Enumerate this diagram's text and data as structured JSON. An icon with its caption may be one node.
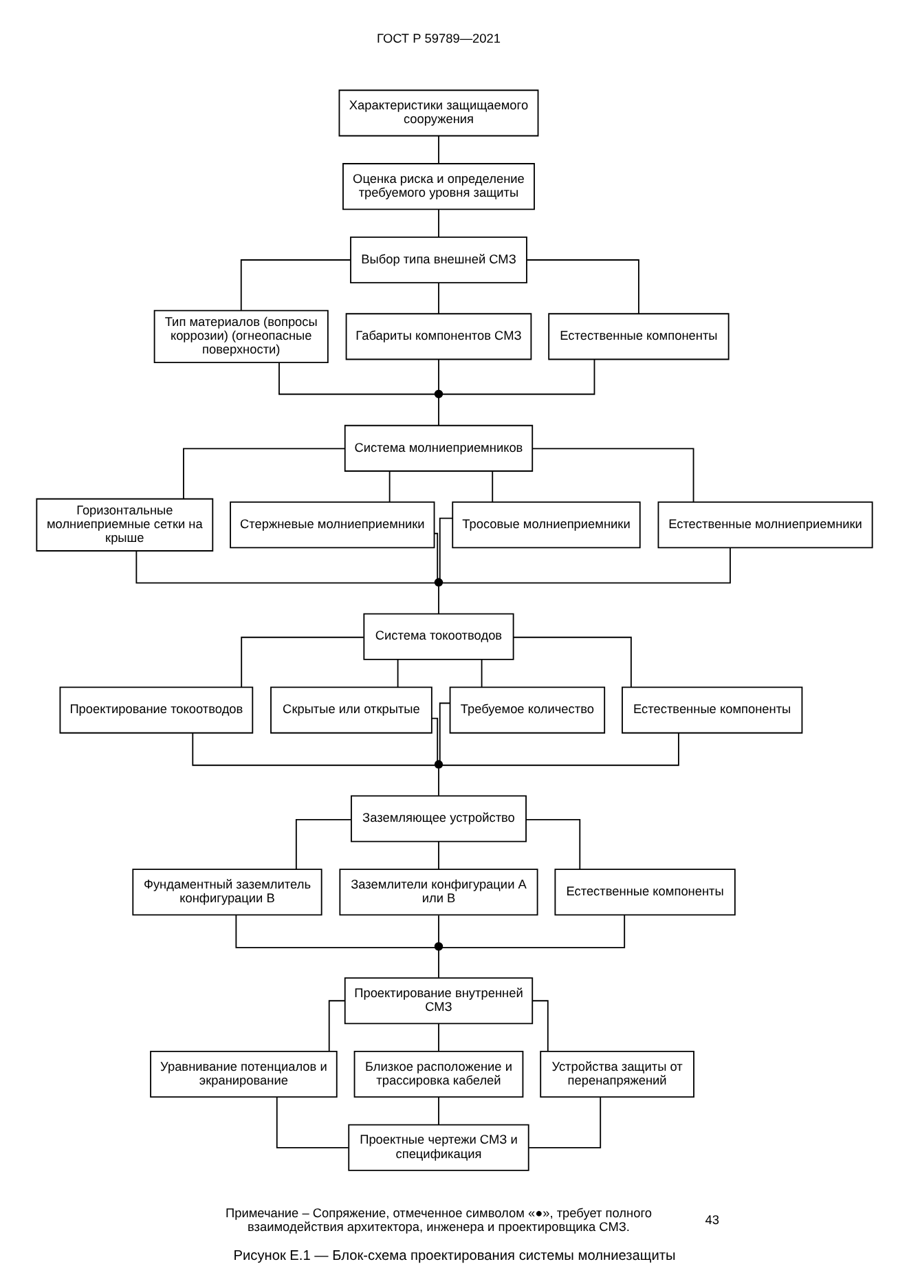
{
  "diagram": {
    "caption": "Рисунок Е.1 — Блок-схема проектирования системы молниезащиты",
    "nodes": [
      {
        "text": [
          "Характеристики защищаемого сооружения"
        ]
      },
      {
        "text": [
          "Оценка риска и определение требуемого уровня защиты"
        ]
      },
      {
        "text": [
          "Выбор типа внешней СМЗ"
        ]
      },
      {
        "text": [
          "Тип материалов (вопросы коррозии) (огнеопасные поверхности)"
        ]
      },
      {
        "text": [
          "Габариты компонентов СМЗ"
        ]
      },
      {
        "text": [
          "Естественные компоненты"
        ]
      },
      {
        "text": [],
        "shape": "dot"
      },
      {
        "text": [
          "Система молниеприемников"
        ]
      },
      {
        "text": [
          "Горизонтальные молниеприемные сетки на крыше"
        ]
      },
      {
        "text": [
          "Стержневые молниеприемники"
        ]
      },
      {
        "text": [
          "Тросовые молниеприемники"
        ]
      },
      {
        "text": [
          "Естественные молниеприемники"
        ]
      },
      {
        "text": [],
        "shape": "dot"
      },
      {
        "text": [
          "Система токоотводов"
        ]
      },
      {
        "text": [
          "Проектирование токоотводов"
        ]
      },
      {
        "text": [
          "Скрытые или открытые"
        ]
      },
      {
        "text": [
          "Требуемое количество"
        ]
      },
      {
        "text": [
          "Естественные компоненты"
        ]
      },
      {
        "text": [],
        "shape": "dot"
      },
      {
        "text": [
          "Заземляющее устройство"
        ]
      },
      {
        "text": [
          "Фундаментный заземлитель конфигурации В"
        ]
      },
      {
        "text": [
          "Заземлители конфигурации А или В"
        ]
      },
      {
        "text": [
          "Естественные компоненты"
        ]
      },
      {
        "text": [],
        "shape": "dot"
      },
      {
        "text": [
          "Проектирование внутренней СМЗ"
        ]
      },
      {
        "text": [
          "Уравнивание потенциалов и экранирование"
        ]
      },
      {
        "text": [
          "Близкое расположение и трассировка кабелей"
        ]
      },
      {
        "text": [
          "Устройства защиты от перенапряжений"
        ]
      },
      {
        "text": [
          "Проектные чертежи СМЗ и спецификация"
        ]
      }
    ],
    "edges": [
      {
        "from": 0,
        "to": 1,
        "arrow": "none"
      },
      {
        "from": 1,
        "to": 2,
        "arrow": "none"
      },
      {
        "from": 2,
        "to": 3,
        "arrow": "none"
      },
      {
        "from": 2,
        "to": 4,
        "arrow": "none"
      },
      {
        "from": 2,
        "to": 5,
        "arrow": "none"
      },
      {
        "from": 3,
        "to": 6,
        "arrow": "none"
      },
      {
        "from": 4,
        "to": 6,
        "arrow": "none"
      },
      {
        "from": 5,
        "to": 6,
        "arrow": "none"
      },
      {
        "from": 6,
        "to": 7,
        "arrow": "none"
      },
      {
        "from": 7,
        "to": 8,
        "arrow": "none"
      },
      {
        "from": 7,
        "to": 9,
        "arrow": "none"
      },
      {
        "from": 7,
        "to": 10,
        "arrow": "none"
      },
      {
        "from": 7,
        "to": 11,
        "arrow": "none"
      },
      {
        "from": 8,
        "to": 12,
        "arrow": "none"
      },
      {
        "from": 9,
        "to": 12,
        "arrow": "none"
      },
      {
        "from": 10,
        "to": 12,
        "arrow": "none"
      },
      {
        "from": 11,
        "to": 12,
        "arrow": "none"
      },
      {
        "from": 12,
        "to": 13,
        "arrow": "none"
      },
      {
        "from": 13,
        "to": 14,
        "arrow": "none"
      },
      {
        "from": 13,
        "to": 15,
        "arrow": "none"
      },
      {
        "from": 13,
        "to": 16,
        "arrow": "none"
      },
      {
        "from": 13,
        "to": 17,
        "arrow": "none"
      },
      {
        "from": 14,
        "to": 18,
        "arrow": "none"
      },
      {
        "from": 15,
        "to": 18,
        "arrow": "none"
      },
      {
        "from": 16,
        "to": 18,
        "arrow": "none"
      },
      {
        "from": 17,
        "to": 18,
        "arrow": "none"
      },
      {
        "from": 18,
        "to": 19,
        "arrow": "none"
      },
      {
        "from": 19,
        "to": 20,
        "arrow": "none"
      },
      {
        "from": 19,
        "to": 21,
        "arrow": "none"
      },
      {
        "from": 19,
        "to": 22,
        "arrow": "none"
      },
      {
        "from": 20,
        "to": 23,
        "arrow": "none"
      },
      {
        "from": 21,
        "to": 23,
        "arrow": "none"
      },
      {
        "from": 22,
        "to": 23,
        "arrow": "none"
      },
      {
        "from": 23,
        "to": 24,
        "arrow": "none"
      },
      {
        "from": 24,
        "to": 25,
        "arrow": "none"
      },
      {
        "from": 24,
        "to": 26,
        "arrow": "none"
      },
      {
        "from": 24,
        "to": 27,
        "arrow": "none"
      },
      {
        "from": 25,
        "to": 28,
        "arrow": "none"
      },
      {
        "from": 26,
        "to": 28,
        "arrow": "none"
      },
      {
        "from": 27,
        "to": 28,
        "arrow": "none"
      }
    ],
    "labels": [
      "ГОСТ Р 59789—2021",
      "Примечание – Сопряжение, отмеченное символом «●», требует полного взаимодействия архитектора, инженера и проектировщика СМЗ.",
      "43"
    ]
  }
}
